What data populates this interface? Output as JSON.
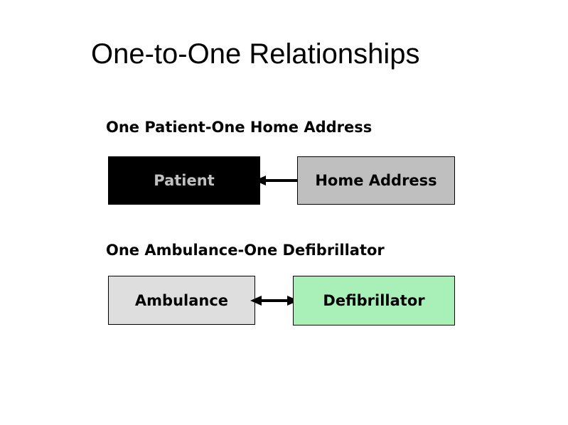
{
  "slide": {
    "title": "One-to-One Relationships",
    "background_color": "#ffffff",
    "text_color": "#000000"
  },
  "sections": [
    {
      "caption": "One Patient-One Home Address",
      "left_box": {
        "label": "Patient",
        "fill_color": "#000000",
        "text_color": "#c0c0c0",
        "border": "none"
      },
      "right_box": {
        "label": "Home Address",
        "fill_color": "#bfbfbf",
        "text_color": "#000000",
        "border": "#000000"
      },
      "connector": {
        "type": "single-headed-arrow",
        "direction": "left",
        "color": "#000000"
      }
    },
    {
      "caption": "One Ambulance-One Defibrillator",
      "left_box": {
        "label": "Ambulance",
        "fill_color": "#dedede",
        "text_color": "#000000",
        "border": "#000000"
      },
      "right_box": {
        "label": "Defibrillator",
        "fill_color": "#a8f0b8",
        "text_color": "#000000",
        "border": "#000000"
      },
      "connector": {
        "type": "double-headed-arrow",
        "direction": "both",
        "color": "#000000"
      }
    }
  ]
}
